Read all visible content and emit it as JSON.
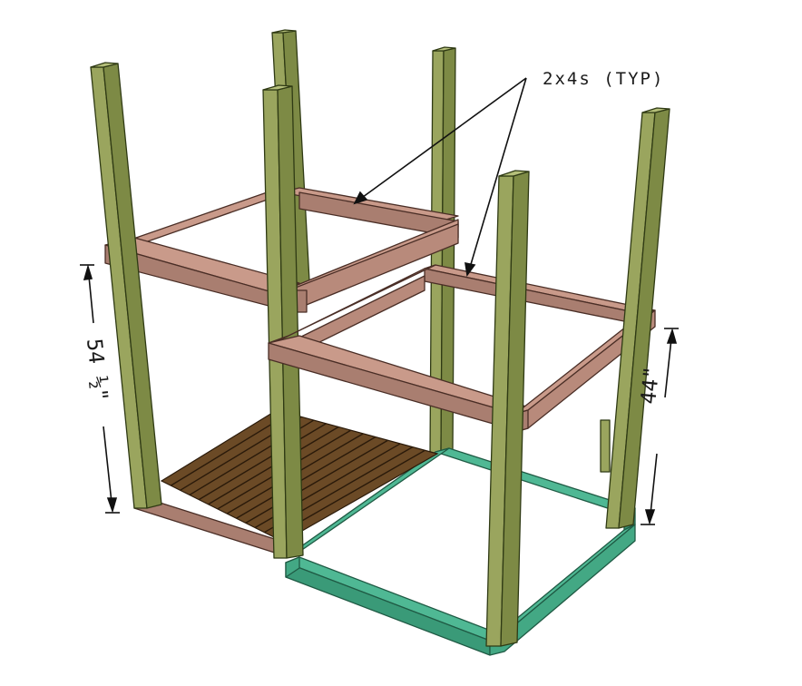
{
  "annotation": {
    "label": "2x4s (TYP)"
  },
  "dimensions": {
    "left_height": "54 ½\"",
    "right_height": "44\""
  },
  "colors": {
    "post": "#9aa55e",
    "post_dark": "#7d8a45",
    "post_edge": "#2f3a14",
    "frame": "#c99a8a",
    "frame_dark": "#a97e70",
    "frame_edge": "#4a2e26",
    "base": "#4fb894",
    "base_dark": "#3a9a78",
    "deck": "#6b4a26",
    "deck_line": "#2a1a0a",
    "line": "#111111"
  }
}
